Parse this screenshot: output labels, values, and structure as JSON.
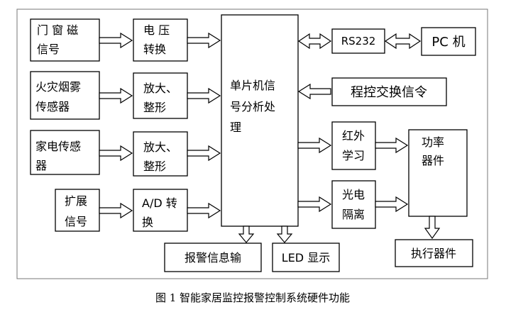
{
  "nodes": {
    "door_sensor": {
      "lines": [
        "门 窗 磁",
        "信号"
      ]
    },
    "voltage_conv": {
      "lines": [
        "电    压",
        "转换"
      ]
    },
    "fire_sensor": {
      "lines": [
        "火灾烟雾",
        "传感器"
      ]
    },
    "amp1": {
      "lines": [
        "放大、",
        "整形"
      ]
    },
    "appliance_sensor": {
      "lines": [
        "家电传感",
        "器"
      ]
    },
    "amp2": {
      "lines": [
        "放大、",
        "整形"
      ]
    },
    "ext_signal": {
      "lines": [
        "扩展",
        "信号"
      ]
    },
    "ad_conv": {
      "lines": [
        "A/D 转",
        "换"
      ]
    },
    "mcu": {
      "lines": [
        "单片机信",
        "号分析处",
        "理"
      ]
    },
    "rs232": {
      "lines": [
        "RS232"
      ]
    },
    "pc": {
      "lines": [
        "PC 机"
      ]
    },
    "switch_cmd": {
      "lines": [
        "程控交换信令"
      ]
    },
    "ir_learn": {
      "lines": [
        "红外",
        "学习"
      ]
    },
    "optocoupler": {
      "lines": [
        "光电",
        "隔离"
      ]
    },
    "power_device": {
      "lines": [
        "功率",
        "器件"
      ]
    },
    "alarm_output": {
      "lines": [
        "报警信息输"
      ]
    },
    "led_display": {
      "lines": [
        "LED 显示"
      ]
    },
    "actuator": {
      "lines": [
        "执行器件"
      ]
    }
  },
  "caption": "图 1   智能家居监控报警控制系统硬件功能"
}
